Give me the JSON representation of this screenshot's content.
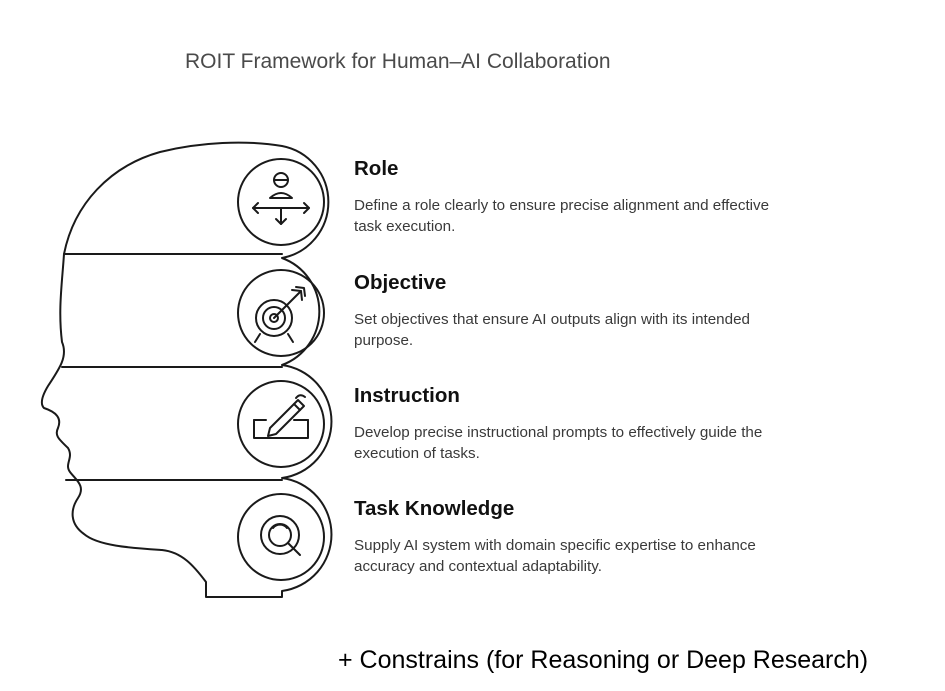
{
  "title": "ROIT Framework for Human–AI Collaboration",
  "items": [
    {
      "title": "Role",
      "description": "Define a role clearly to ensure precise alignment and effective task execution.",
      "icon": "person-arrows-icon"
    },
    {
      "title": "Objective",
      "description": "Set objectives that ensure AI outputs align with its intended purpose.",
      "icon": "target-arrow-icon"
    },
    {
      "title": "Instruction",
      "description": "Develop precise instructional prompts to effectively guide the execution of tasks.",
      "icon": "pen-writing-icon"
    },
    {
      "title": "Task Knowledge",
      "description": "Supply AI system with domain specific expertise to enhance accuracy and contextual adaptability.",
      "icon": "magnifier-icon"
    }
  ],
  "footer": "+ Constrains (for Reasoning or Deep Research)",
  "colors": {
    "stroke": "#1a1a1a",
    "text": "#3a3a3a",
    "heading": "#111111"
  }
}
